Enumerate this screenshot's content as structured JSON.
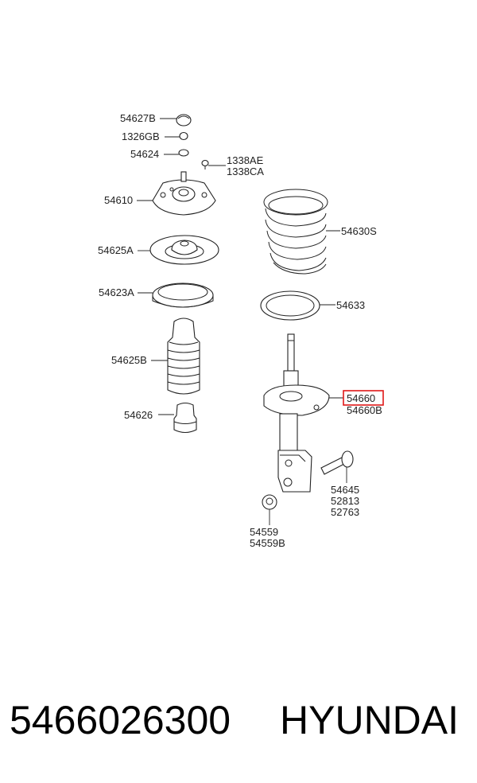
{
  "labels": {
    "l54627b": "54627B",
    "l1326gb": "1326GB",
    "l54624": "54624",
    "l1338ae": "1338AE",
    "l1338ca": "1338CA",
    "l54610": "54610",
    "l54630s": "54630S",
    "l54625a": "54625A",
    "l54623a": "54623A",
    "l54633": "54633",
    "l54625b": "54625B",
    "l54660": "54660",
    "l54660b": "54660B",
    "l54626": "54626",
    "l54645": "54645",
    "l52813": "52813",
    "l52763": "52763",
    "l54559": "54559",
    "l54559b": "54559B"
  },
  "highlight_color": "#e01818",
  "caption": {
    "part_number": "5466026300",
    "brand": "HYUNDAI"
  }
}
